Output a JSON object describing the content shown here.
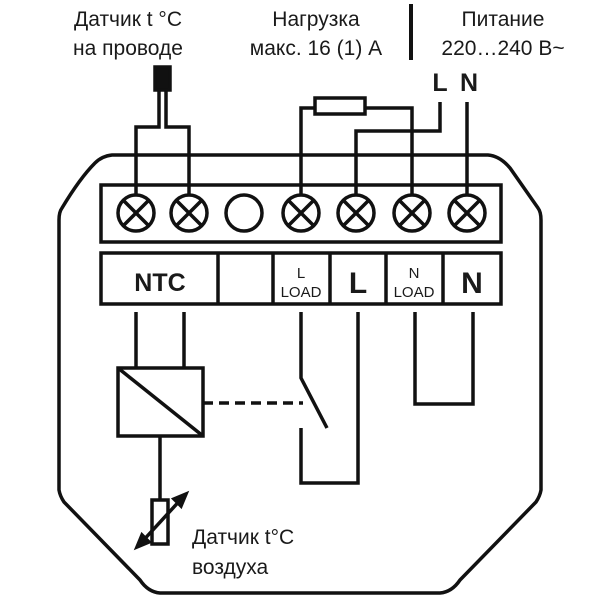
{
  "diagram": {
    "type": "wiring-diagram",
    "colors": {
      "line": "#111111",
      "background": "#ffffff"
    },
    "captions": {
      "wire_sensor": [
        "Датчик t °C",
        "на проводе"
      ],
      "load": [
        "Нагрузка",
        "макс. 16 (1) А"
      ],
      "power": [
        "Питание",
        "220…240 В~"
      ],
      "air_sensor": [
        "Датчик t°C",
        "воздуха"
      ]
    },
    "supply_labels": {
      "line": "L",
      "neutral": "N"
    },
    "terminals": [
      {
        "id": "t1",
        "type": "screw",
        "group": "NTC"
      },
      {
        "id": "t2",
        "type": "screw",
        "group": "NTC"
      },
      {
        "id": "t3",
        "type": "empty"
      },
      {
        "id": "t4",
        "type": "screw",
        "group": "L LOAD"
      },
      {
        "id": "t5",
        "type": "screw",
        "group": "L"
      },
      {
        "id": "t6",
        "type": "screw",
        "group": "N LOAD"
      },
      {
        "id": "t7",
        "type": "screw",
        "group": "N"
      }
    ],
    "terminal_labels": {
      "ntc": "NTC",
      "blank": "",
      "l_load_top": "L",
      "l_load_bottom": "LOAD",
      "l": "L",
      "n_load_top": "N",
      "n_load_bottom": "LOAD",
      "n": "N"
    }
  }
}
